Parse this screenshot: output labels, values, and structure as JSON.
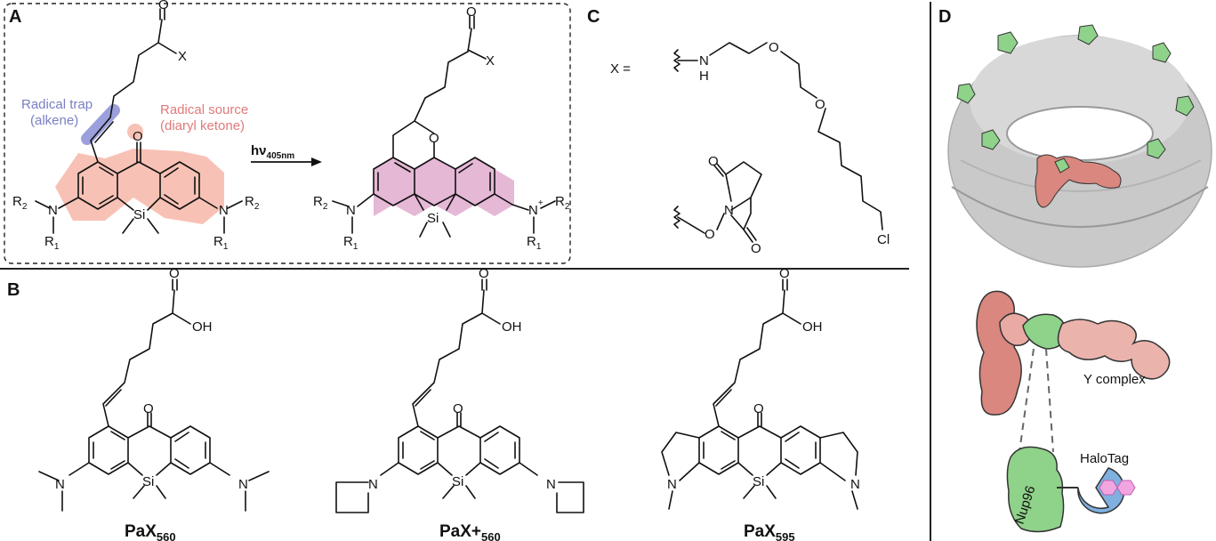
{
  "panels": {
    "a": "A",
    "b": "B",
    "c": "C",
    "d": "D"
  },
  "panel_a": {
    "radical_trap": "Radical trap",
    "radical_trap_sub": "(alkene)",
    "radical_source": "Radical source",
    "radical_source_sub": "(diaryl ketone)",
    "light": "hν",
    "light_sub": "405nm"
  },
  "panel_c": {
    "x_equals": "X ="
  },
  "panel_b": {
    "compounds": [
      {
        "name": "PaX",
        "sub": "560"
      },
      {
        "name": "PaX+",
        "sub": "560"
      },
      {
        "name": "PaX",
        "sub": "595"
      }
    ]
  },
  "panel_d": {
    "y_complex": "Y complex",
    "halotag": "HaloTag",
    "nup96": "Nup96"
  },
  "atoms": {
    "O": "O",
    "X": "X",
    "Si": "Si",
    "N": "N",
    "H": "H",
    "Cl": "Cl",
    "OH": "OH",
    "R1": "R",
    "R2": "R",
    "one": "1",
    "two": "2",
    "plus": "+"
  },
  "colors": {
    "trap_blue": "#8a8fd6",
    "source_salmon": "#f6b7a8",
    "xanthene_pink": "#e2b0d2",
    "nup96_green": "#8fd28a",
    "halotag_blue": "#7fb0e0",
    "ycomplex_red": "#d9877f",
    "pore_gray": "#c9c9c9"
  }
}
